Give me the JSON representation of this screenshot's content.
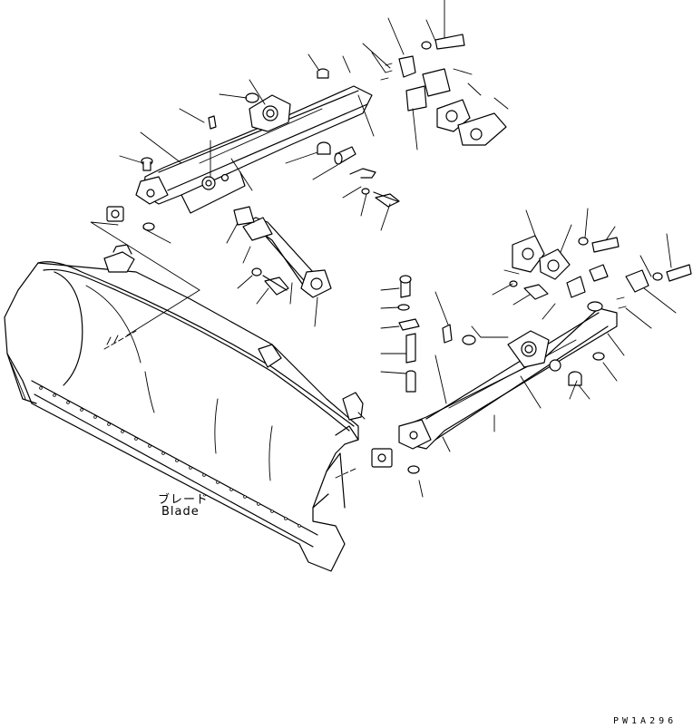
{
  "diagram": {
    "blade_label_ja": "ブレード",
    "blade_label_en": "Blade",
    "drawing_code": "PW1A296"
  }
}
